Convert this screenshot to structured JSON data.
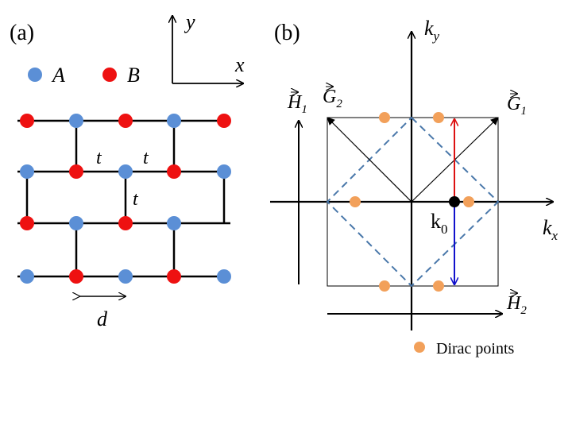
{
  "panel_a": {
    "label": "(a)",
    "axis_x": "x",
    "axis_y": "y",
    "legend": [
      {
        "name": "A",
        "color": "#5b8fd6"
      },
      {
        "name": "B",
        "color": "#ee1111"
      }
    ],
    "hopping_label": "t",
    "spacing_label": "d"
  },
  "panel_b": {
    "label": "(b)",
    "kx": "k",
    "kx_sub": "x",
    "ky": "k",
    "ky_sub": "y",
    "k0": "k",
    "k0_sub": "0",
    "G1": "G",
    "G1_sub": "1",
    "G2": "G",
    "G2_sub": "2",
    "H1": "H",
    "H1_sub": "1",
    "H2": "H",
    "H2_sub": "2",
    "dirac_legend": "Dirac points",
    "dirac_color": "#f2a05a",
    "up_arrow_color": "#dd1111",
    "down_arrow_color": "#1111cc",
    "diamond_color": "#4a78aa"
  }
}
